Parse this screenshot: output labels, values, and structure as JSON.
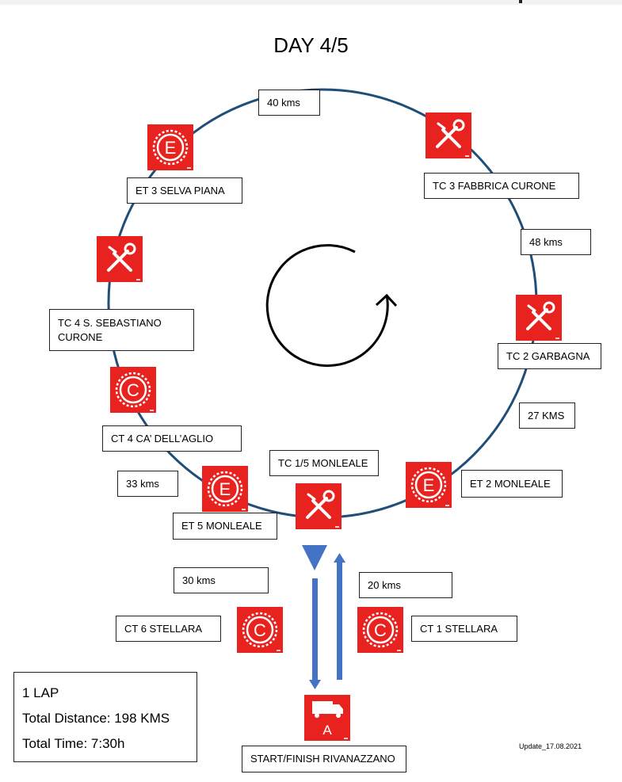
{
  "top_marker": "",
  "title": "DAY 4/5",
  "labels": {
    "d40": "40 kms",
    "tc3": "TC 3 FABBRICA CURONE",
    "et3": "ET 3 SELVA PIANA",
    "d48": "48 kms",
    "tc4": "TC 4 S. SEBASTIANO CURONE",
    "tc2": "TC 2 GARBAGNA",
    "d27": "27 KMS",
    "ct4": "CT 4 CA’ DELL’AGLIO",
    "tc15": "TC 1/5 MONLEALE",
    "d33": "33 kms",
    "et2": "ET 2 MONLEALE",
    "et5": "ET 5 MONLEALE",
    "d30": "30 kms",
    "d20": "20 kms",
    "ct6": "CT 6 STELLARA",
    "ct1": "CT 1 STELLARA",
    "start": "START/FINISH RIVANAZZANO"
  },
  "icons": {
    "et3": "E",
    "et5": "E",
    "et2": "E",
    "ct4": "C",
    "ct6": "C",
    "ct1": "C",
    "start": "A"
  },
  "info": {
    "laps": "1 LAP",
    "distance": "Total Distance: 198 KMS",
    "time": "Total Time: 7:30h"
  },
  "update": "Update_17.08.2021",
  "colors": {
    "route": "#1f4e79",
    "arrow": "#4472c4",
    "icon_bg": "#e8221f"
  }
}
